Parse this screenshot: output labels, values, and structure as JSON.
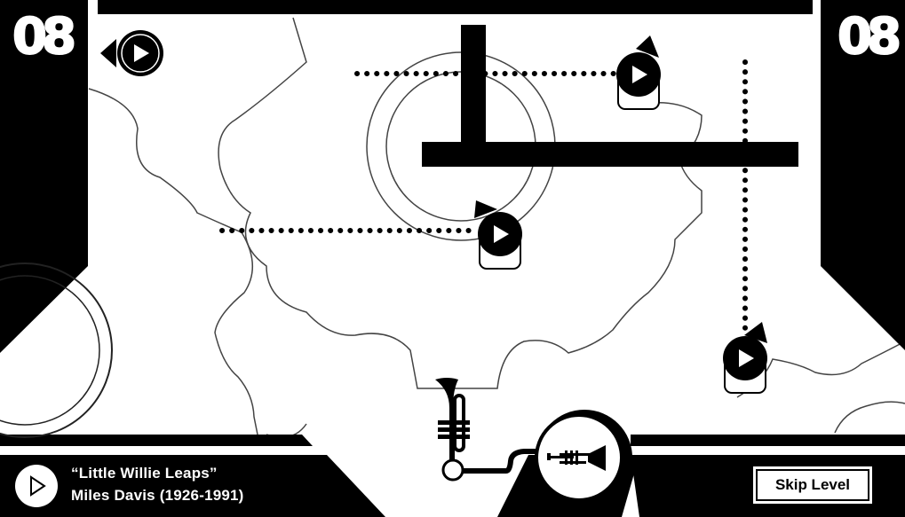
{
  "level": {
    "number_left": "08",
    "number_right": "08"
  },
  "track": {
    "title": "“Little Willie Leaps”",
    "artist": "Miles Davis (1926-1991)"
  },
  "buttons": {
    "skip_level": "Skip Level"
  },
  "icons": {
    "back": "rewind-play-icon",
    "music": "play-icon",
    "cannon": "play-arrow-icon",
    "instrument": "trumpet-icon"
  },
  "colors": {
    "ink": "#000000",
    "paper": "#ffffff",
    "gear_line": "#3a3a3a"
  }
}
